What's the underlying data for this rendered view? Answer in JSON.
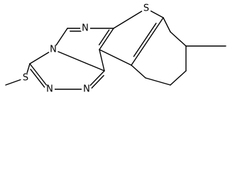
{
  "molecule": {
    "atoms": [
      {
        "id": "S1",
        "label": "S"
      },
      {
        "id": "N1",
        "label": "N"
      },
      {
        "id": "N2",
        "label": "N"
      },
      {
        "id": "N3",
        "label": "N"
      },
      {
        "id": "N4",
        "label": "N"
      },
      {
        "id": "S2",
        "label": "S"
      }
    ]
  }
}
